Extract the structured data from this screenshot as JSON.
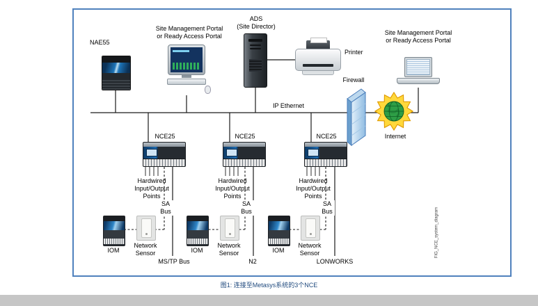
{
  "frame": {
    "caption": "图1: 连接至Metasys系统的3个NCE",
    "fig_tag": "FIG_NCE_system_diagram"
  },
  "colors": {
    "frame_border": "#4f81bd",
    "device_blue": "#1e6bb0",
    "firewall_blue": "#a9cdea",
    "globe_green": "#2e9e46",
    "star_yellow": "#ffd83b",
    "caption_blue": "#1f497d"
  },
  "top": {
    "nae55": "NAE55",
    "smp_left": "Site Management Portal\nor Ready Access Portal",
    "ads": "ADS\n(Site Director)",
    "printer": "Printer",
    "firewall": "Firewall",
    "smp_right": "Site Management Portal\nor Ready Access Portal",
    "internet": "Internet",
    "ip_ethernet": "IP Ethernet"
  },
  "nce": [
    {
      "name": "NCE25",
      "hardwired": "Hardwired\nInput/Output\nPoints",
      "sa_bus": "SA\nBus",
      "iom": "IOM",
      "sensor": "Network\nSensor",
      "bus": "MS/TP Bus"
    },
    {
      "name": "NCE25",
      "hardwired": "Hardwired\nInput/Output\nPoints",
      "sa_bus": "SA\nBus",
      "iom": "IOM",
      "sensor": "Network\nSensor",
      "bus": "N2"
    },
    {
      "name": "NCE25",
      "hardwired": "Hardwired\nInput/Output\nPoints",
      "sa_bus": "SA\nBus",
      "iom": "IOM",
      "sensor": "Network\nSensor",
      "bus": "LONWORKS"
    }
  ]
}
